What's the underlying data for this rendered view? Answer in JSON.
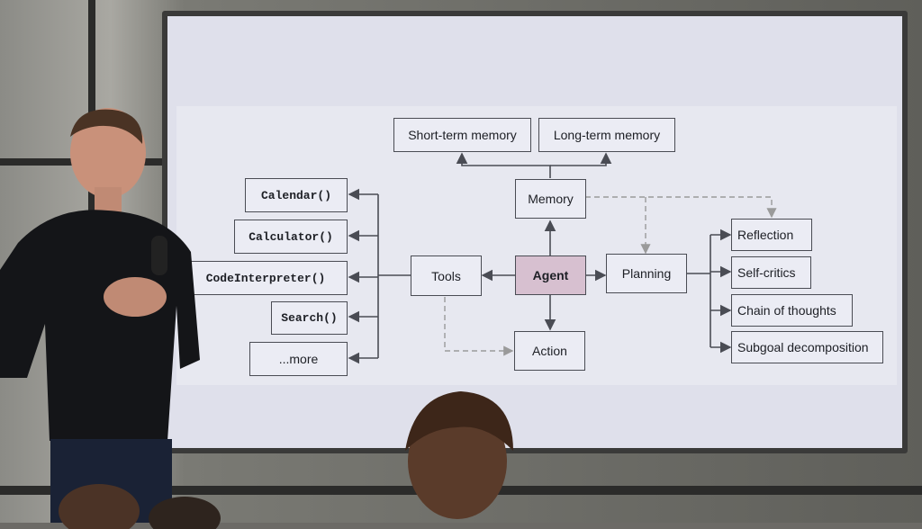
{
  "diagram": {
    "nodes": {
      "short_term": "Short-term memory",
      "long_term": "Long-term memory",
      "memory": "Memory",
      "calendar": "Calendar()",
      "calculator": "Calculator()",
      "code_interpreter": "CodeInterpreter()",
      "search": "Search()",
      "more": "...more",
      "tools": "Tools",
      "agent": "Agent",
      "planning": "Planning",
      "action": "Action",
      "reflection": "Reflection",
      "self_critics": "Self-critics",
      "chain_of_thoughts": "Chain of thoughts",
      "subgoal": "Subgoal decomposition"
    }
  },
  "colors": {
    "agent_fill": "#d7c0d0",
    "node_fill": "#ebecf4",
    "edge": "#4a4c54",
    "dashed_edge": "#9a9a9a"
  }
}
